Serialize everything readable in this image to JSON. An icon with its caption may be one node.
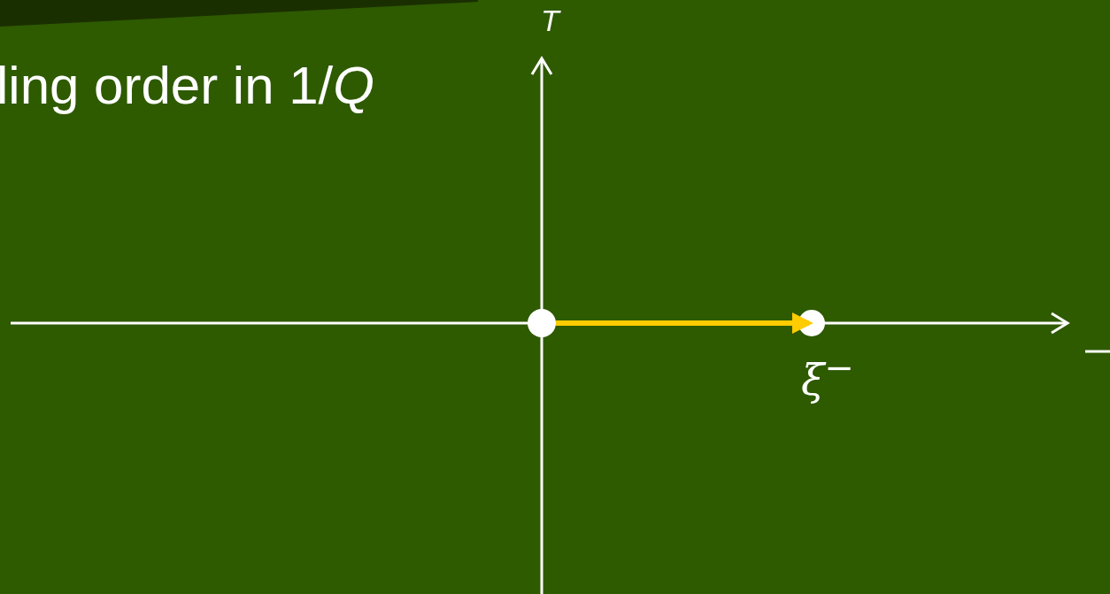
{
  "diagram": {
    "title": "ling order in 1/*Q*",
    "nodes": [
      {
        "text": [],
        "shape": "circle"
      },
      {
        "text": [],
        "shape": "circle",
        "beside": [
          "ξ$^{−}$"
        ]
      }
    ],
    "edges": [
      {
        "from": 0,
        "to": 1,
        "arrow": "to",
        "color": "#ffcc00"
      }
    ],
    "labels": [
      "*T*"
    ]
  }
}
